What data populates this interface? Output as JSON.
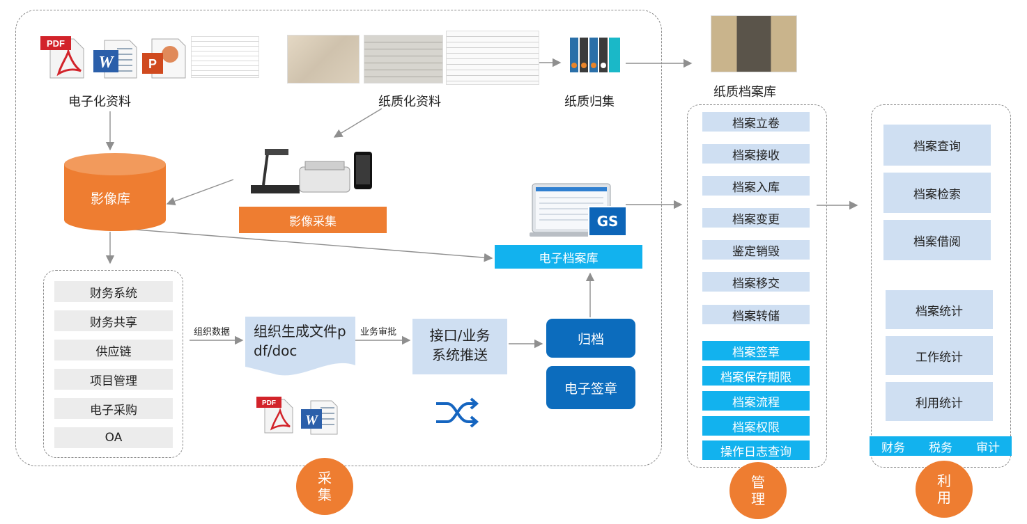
{
  "sources": {
    "electronic_label": "电子化资料",
    "paper_label": "纸质化资料",
    "paper_collect_label": "纸质归集",
    "paper_archive_label": "纸质档案库",
    "image_lib_label": "影像库",
    "image_capture_label": "影像采集",
    "e_archive_label": "电子档案库",
    "gs_logo": "GS"
  },
  "systems": [
    "财务系统",
    "财务共享",
    "供应链",
    "项目管理",
    "电子采购",
    "OA"
  ],
  "flow": {
    "org_data_label": "组织数据",
    "doc_gen_label": "组织生成文件pdf/doc",
    "biz_review_label": "业务审批",
    "interface_label": "接口/业务系统推送",
    "archive_btn": "归档",
    "esign_btn": "电子签章"
  },
  "icons": {
    "pdf": "PDF",
    "word": "W",
    "ppt": "P"
  },
  "management": {
    "light_items": [
      "档案立卷",
      "档案接收",
      "档案入库",
      "档案变更",
      "鉴定销毁",
      "档案移交",
      "档案转储"
    ],
    "cyan_items": [
      "档案签章",
      "档案保存期限",
      "档案流程",
      "档案权限",
      "操作日志查询"
    ]
  },
  "utilization": {
    "group1": [
      "档案查询",
      "档案检索",
      "档案借阅"
    ],
    "group2": [
      "档案统计",
      "工作统计",
      "利用统计"
    ],
    "bottom_bar": [
      "财务",
      "税务",
      "审计"
    ]
  },
  "stages": {
    "collect": [
      "采",
      "集"
    ],
    "manage": [
      "管",
      "理"
    ],
    "use": [
      "利",
      "用"
    ]
  },
  "colors": {
    "orange": "#ee7d31",
    "dark_blue": "#0c6cbd",
    "cyan": "#12b2ee",
    "light_blue": "#cfdff2"
  }
}
